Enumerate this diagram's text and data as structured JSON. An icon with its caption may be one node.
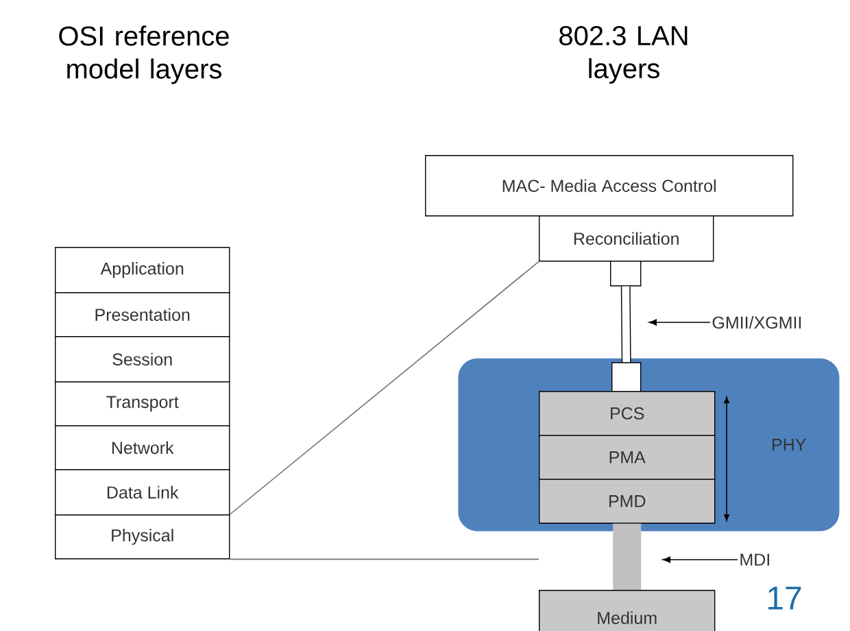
{
  "diagram": {
    "nodes": [
      {
        "text": [
          "Application"
        ]
      },
      {
        "text": [
          "Presentation"
        ]
      },
      {
        "text": [
          "Session"
        ]
      },
      {
        "text": [
          "Transport"
        ]
      },
      {
        "text": [
          "Network"
        ]
      },
      {
        "text": [
          "Data Link"
        ]
      },
      {
        "text": [
          "Physical"
        ]
      },
      {
        "text": [
          "MAC- Media Access Control"
        ]
      },
      {
        "text": [
          "Reconciliation"
        ]
      },
      {
        "text": [],
        "shape": "box"
      },
      {
        "text": [
          "PHY"
        ]
      },
      {
        "text": [],
        "shape": "box",
        "in": 10
      },
      {
        "text": [
          "PCS"
        ],
        "in": 10
      },
      {
        "text": [
          "PMA"
        ],
        "in": 10
      },
      {
        "text": [
          "PMD"
        ],
        "in": 10
      },
      {
        "text": [
          "Medium"
        ]
      },
      {
        "text": [
          "GMII/XGMII"
        ]
      },
      {
        "text": [
          "MDI"
        ]
      }
    ],
    "edges": [
      {
        "from": 9,
        "to": 11,
        "arrow": "none",
        "style": "thick"
      },
      {
        "from": 14,
        "to": 15,
        "arrow": "none",
        "style": "thick",
        "color": "#c0c0c0"
      },
      {
        "from": 6,
        "to": 8,
        "arrow": "none",
        "color": "#707070"
      },
      {
        "from": 6,
        "to": 15,
        "arrow": "none",
        "color": "#707070"
      },
      {
        "from": 16,
        "to": null,
        "arrow": "to"
      },
      {
        "from": 17,
        "to": null,
        "arrow": "to"
      }
    ],
    "labels": [
      "OSI reference model layers",
      "802.3 LAN layers",
      "17"
    ]
  }
}
